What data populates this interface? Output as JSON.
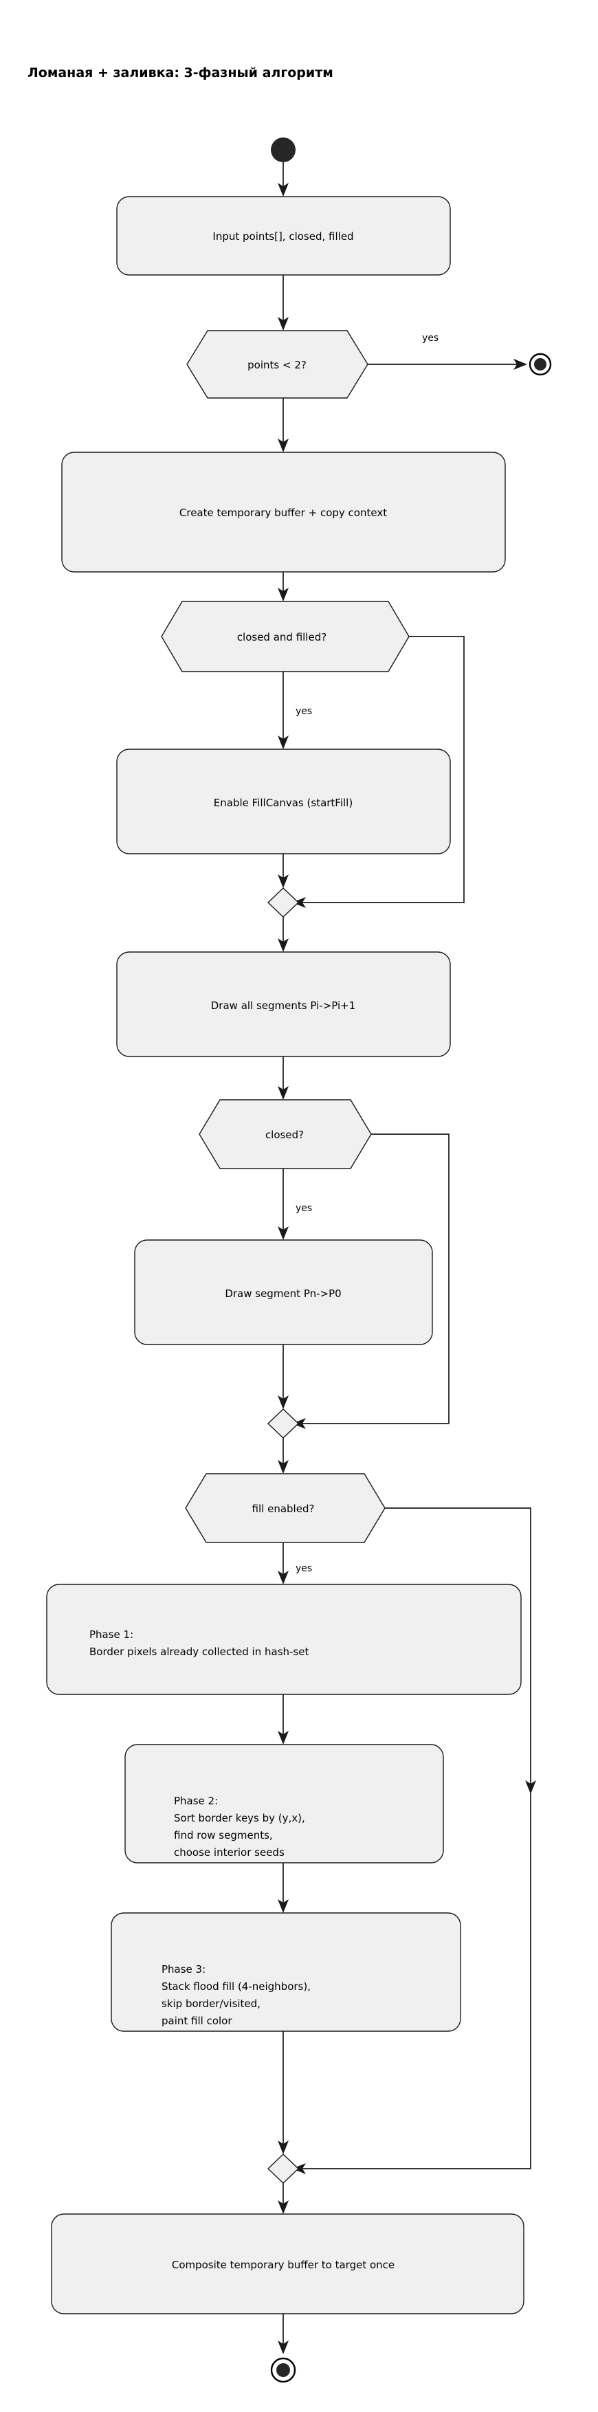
{
  "diagram": {
    "title": "Ломаная + заливка: 3-фазный алгоритм",
    "type": "activity-flowchart",
    "background_color": "#ffffff",
    "node_fill_color": "#f0f0f0",
    "node_stroke_color": "#1a1a1a",
    "text_color": "#000000"
  },
  "nodes": {
    "start": {
      "kind": "initial-node",
      "label": ""
    },
    "input": {
      "kind": "action",
      "label": "Input points[], closed, filled"
    },
    "points_lt_2": {
      "kind": "decision",
      "label": "points < 2?"
    },
    "end_early": {
      "kind": "final-node",
      "label": ""
    },
    "create_buffer": {
      "kind": "action",
      "label": "Create temporary buffer + copy context"
    },
    "closed_and_filled": {
      "kind": "decision",
      "label": "closed and filled?"
    },
    "enable_fillcanvas": {
      "kind": "action",
      "label": "Enable FillCanvas (startFill)"
    },
    "merge_1": {
      "kind": "merge",
      "label": ""
    },
    "draw_segments": {
      "kind": "action",
      "label": "Draw all segments Pi->Pi+1"
    },
    "closed": {
      "kind": "decision",
      "label": "closed?"
    },
    "draw_closing_segment": {
      "kind": "action",
      "label": "Draw segment Pn->P0"
    },
    "merge_2": {
      "kind": "merge",
      "label": ""
    },
    "fill_enabled": {
      "kind": "decision",
      "label": "fill enabled?"
    },
    "phase1": {
      "kind": "action",
      "lines": [
        "Phase 1:",
        "Border pixels already collected in hash-set"
      ]
    },
    "phase2": {
      "kind": "action",
      "lines": [
        "Phase 2:",
        "Sort border keys by (y,x),",
        "find row segments,",
        "choose interior seeds"
      ]
    },
    "phase3": {
      "kind": "action",
      "lines": [
        "Phase 3:",
        "Stack flood fill (4-neighbors),",
        "skip border/visited,",
        "paint fill color"
      ]
    },
    "merge_3": {
      "kind": "merge",
      "label": ""
    },
    "composite": {
      "kind": "action",
      "label": "Composite temporary buffer to target once"
    },
    "end_final": {
      "kind": "final-node",
      "label": ""
    }
  },
  "edge_labels": {
    "points_lt_2_yes": "yes",
    "closed_and_filled_yes": "yes",
    "closed_yes": "yes",
    "fill_enabled_yes": "yes"
  }
}
